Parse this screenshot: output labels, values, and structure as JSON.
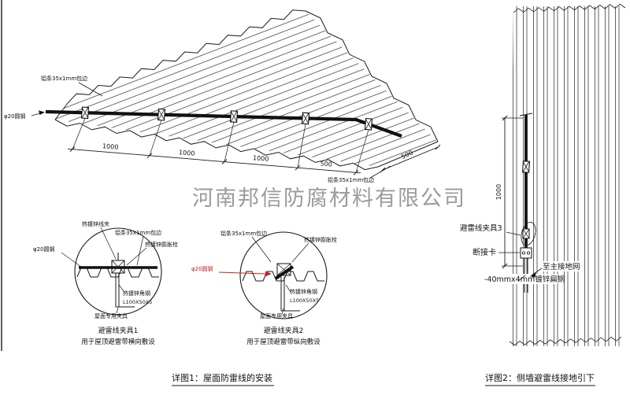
{
  "watermark": "河南邦信防腐材料有限公司",
  "colors": {
    "ink": "#1a1a1a",
    "red": "#cc2222",
    "watermark": "#9b9b9b"
  },
  "roof": {
    "label_strip_top": "铝条35x1mm包边",
    "label_rod_left": "φ20圆钢",
    "label_strip_right": "铝条35x1mm包边",
    "dims": [
      "1000",
      "1000",
      "1000",
      "500"
    ],
    "dim_right": "500"
  },
  "detail1": {
    "labels": {
      "clip": "热镀锌线夹",
      "strip": "铝条35x1mm包边",
      "anchor": "热镀锌膨胀栓",
      "rod": "φ20圆钢",
      "angle_type": "热镀锌角钢",
      "angle_size": "L100X50X5",
      "roof_clamp": "屋面专用夹具"
    },
    "title": "避雷线夹具1",
    "subtitle": "用于屋顶避雷带横向敷设"
  },
  "detail2": {
    "labels": {
      "strip": "铝条35x1mm包边",
      "anchor": "热镀锌膨胀栓",
      "rod": "φ20圆钢",
      "angle_type": "热镀锌角钢",
      "angle_size": "L100X50X5",
      "roof_clamp": "屋面专用夹具"
    },
    "title": "避雷线夹具2",
    "subtitle": "用于屋顶避雷带纵向敷设"
  },
  "wall": {
    "labels": {
      "clamp3": "避雷线夹具3",
      "disconnect": "断接卡",
      "to_ground": "至主接地网",
      "flat_steel": "-40mmx4mm镀锌扁钢"
    },
    "dim": "1000"
  },
  "captions": {
    "fig1": "详图1：屋面防雷线的安装",
    "fig2": "详图2：侧墙避雷线接地引下"
  }
}
